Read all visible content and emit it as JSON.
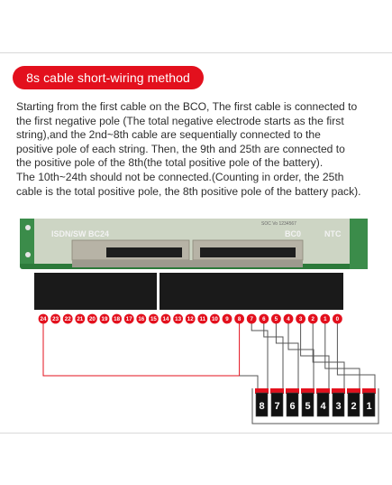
{
  "title": "8s cable short-wiring method",
  "description_lines": [
    "Starting from the first cable on the BCO, The first cable is connected to",
    "the first negative pole (The total negative electrode starts as the first",
    "string),and the 2nd~8th cable are sequentially connected to the",
    "positive pole of each string. Then, the 9th and 25th are connected to",
    "the positive pole of the 8th(the total positive pole of the battery).",
    "The 10th~24th should not be connected.(Counting in order, the 25th",
    "cable is the total positive pole, the 8th positive pole of the battery pack)."
  ],
  "board": {
    "label_left": "ISDN/SW BC24",
    "label_mid": "BC0",
    "label_right": "NTC",
    "fine_print": "SOC Vo 1234567"
  },
  "pins": [
    "24",
    "23",
    "22",
    "21",
    "20",
    "19",
    "18",
    "17",
    "16",
    "15",
    "14",
    "13",
    "12",
    "11",
    "10",
    "9",
    "8",
    "7",
    "6",
    "5",
    "4",
    "3",
    "2",
    "1",
    "0"
  ],
  "cells": [
    "8",
    "7",
    "6",
    "5",
    "4",
    "3",
    "2",
    "1"
  ],
  "colors": {
    "accent": "#e3101d",
    "wire": "#e3101d",
    "connector": "#1a1a1a",
    "board": "#c9d2bf",
    "board_edge": "#2c7a3a",
    "cell": "#111111"
  }
}
